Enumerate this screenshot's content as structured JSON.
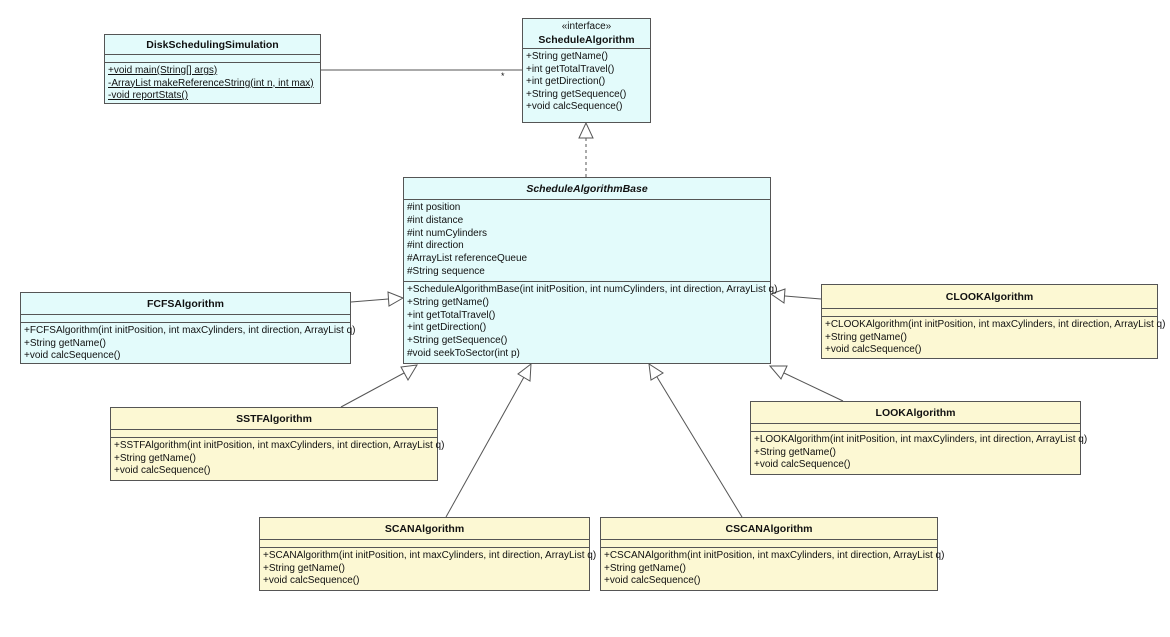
{
  "classes": {
    "sim": {
      "name": "DiskSchedulingSimulation",
      "attributes": [],
      "methods": [
        "+void main(String[] args)",
        "-ArrayList makeReferenceString(int n, int max)",
        "-void reportStats()"
      ]
    },
    "iface": {
      "stereotype": "«interface»",
      "name": "ScheduleAlgorithm",
      "methods": [
        "+String getName()",
        "+int getTotalTravel()",
        "+int getDirection()",
        "+String getSequence()",
        "+void calcSequence()"
      ]
    },
    "base": {
      "name": "ScheduleAlgorithmBase",
      "attributes": [
        "#int position",
        "#int distance",
        "#int numCylinders",
        "#int direction",
        "#ArrayList referenceQueue",
        "#String sequence"
      ],
      "methods": [
        "+ScheduleAlgorithmBase(int initPosition, int numCylinders, int direction, ArrayList q)",
        "+String getName()",
        "+int getTotalTravel()",
        "+int getDirection()",
        "+String getSequence()",
        "#void seekToSector(int p)"
      ]
    },
    "fcfs": {
      "name": "FCFSAlgorithm",
      "methods": [
        "+FCFSAlgorithm(int initPosition, int maxCylinders, int direction, ArrayList q)",
        "+String getName()",
        "+void calcSequence()"
      ]
    },
    "clook": {
      "name": "CLOOKAlgorithm",
      "methods": [
        "+CLOOKAlgorithm(int initPosition, int maxCylinders, int direction, ArrayList q)",
        "+String getName()",
        "+void calcSequence()"
      ]
    },
    "sstf": {
      "name": "SSTFAlgorithm",
      "methods": [
        "+SSTFAlgorithm(int initPosition, int maxCylinders, int direction, ArrayList q)",
        "+String getName()",
        "+void calcSequence()"
      ]
    },
    "look": {
      "name": "LOOKAlgorithm",
      "methods": [
        "+LOOKAlgorithm(int initPosition, int maxCylinders, int direction, ArrayList q)",
        "+String getName()",
        "+void calcSequence()"
      ]
    },
    "scan": {
      "name": "SCANAlgorithm",
      "methods": [
        "+SCANAlgorithm(int initPosition, int maxCylinders, int direction, ArrayList q)",
        "+String getName()",
        "+void calcSequence()"
      ]
    },
    "cscan": {
      "name": "CSCANAlgorithm",
      "methods": [
        "+CSCANAlgorithm(int initPosition, int maxCylinders, int direction, ArrayList q)",
        "+String getName()",
        "+void calcSequence()"
      ]
    }
  },
  "association_multiplicity": "*",
  "colors": {
    "cyan_fill": "#e3fbfb",
    "yellow_fill": "#fcf8d3",
    "border": "#555555",
    "line": "#555555"
  }
}
